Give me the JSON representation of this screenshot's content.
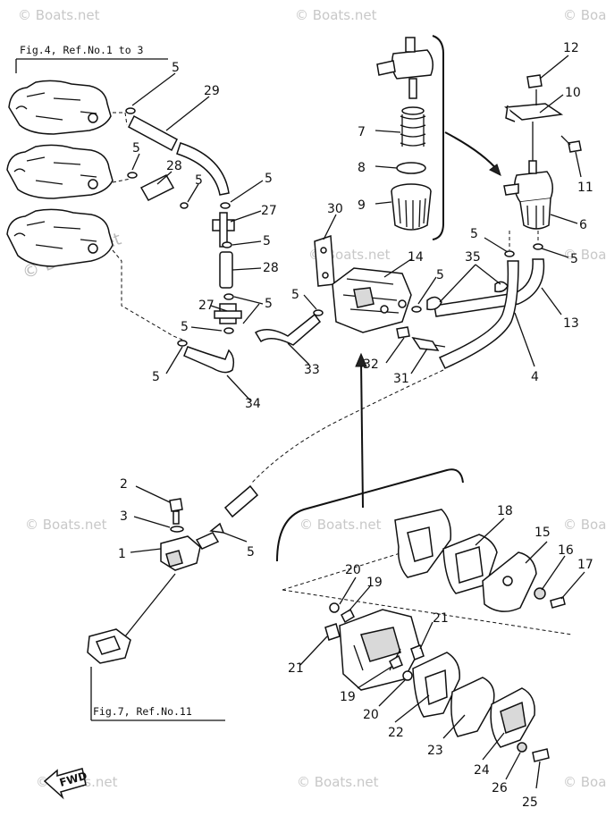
{
  "refs": {
    "top": "Fig.4, Ref.No.1 to 3",
    "bottom": "Fig.7, Ref.No.11"
  },
  "fwd_label": "FWD",
  "watermark": "© Boats.net",
  "callouts": {
    "n1": "1",
    "n2": "2",
    "n3": "3",
    "n4": "4",
    "n5": "5",
    "n6": "6",
    "n7": "7",
    "n8": "8",
    "n9": "9",
    "n10": "10",
    "n11": "11",
    "n12": "12",
    "n13": "13",
    "n14": "14",
    "n15": "15",
    "n16": "16",
    "n17": "17",
    "n18": "18",
    "n19": "19",
    "n20": "20",
    "n21": "21",
    "n22": "22",
    "n23": "23",
    "n24": "24",
    "n25": "25",
    "n26": "26",
    "n27": "27",
    "n28": "28",
    "n29": "29",
    "n30": "30",
    "n31": "31",
    "n32": "32",
    "n33": "33",
    "n34": "34",
    "n35": "35"
  }
}
